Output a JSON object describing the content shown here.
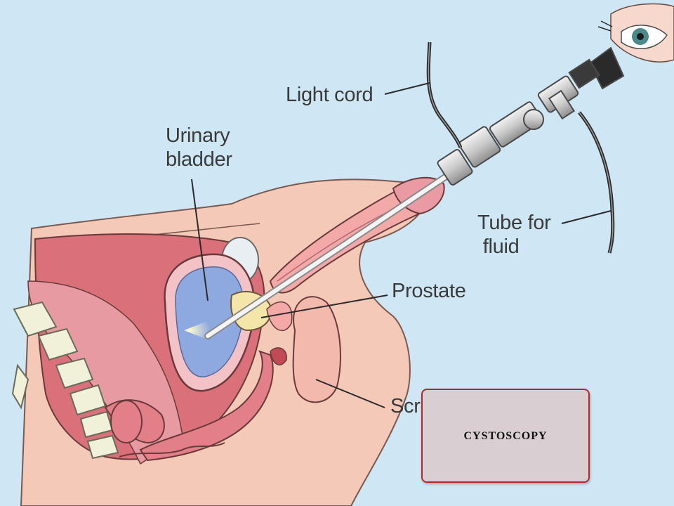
{
  "diagram": {
    "labels": {
      "light_cord": "Light cord",
      "urinary_bladder_line1": "Urinary",
      "urinary_bladder_line2": "bladder",
      "tube_for_fluid_line1": "Tube for",
      "tube_for_fluid_line2": " fluid",
      "prostate": "Prostate",
      "scrotum": "Scrotum"
    },
    "caption": "CYSTOSCOPY"
  },
  "colors": {
    "background": "#cfe6f5",
    "skin": "#f5c9b8",
    "tissue": "#d9707a",
    "bladder_fluid": "#8ea8e0",
    "caption_fill": "#d9cfd3",
    "caption_border": "#b8262c",
    "instrument": "#d7d7d7"
  },
  "icons": [
    "observer-eye-icon"
  ]
}
